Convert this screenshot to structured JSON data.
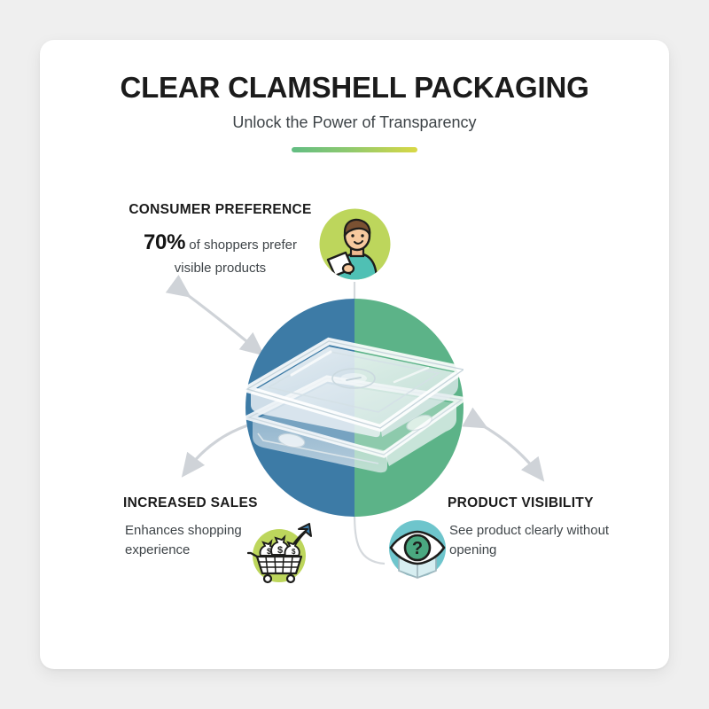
{
  "header": {
    "title": "CLEAR CLAMSHELL PACKAGING",
    "subtitle": "Unlock the Power of Transparency",
    "divider_colors": [
      "#62bd83",
      "#d9d845"
    ]
  },
  "center": {
    "left_half_color": "#3d7ba6",
    "right_half_color": "#5cb388",
    "product_name": "clear-clamshell-container"
  },
  "blocks": [
    {
      "id": "consumer-preference",
      "heading": "CONSUMER PREFERENCE",
      "stat": "70%",
      "body": " of shoppers prefer visible products",
      "icon": "shopper-person-icon",
      "icon_bg": "#bdd65c"
    },
    {
      "id": "increased-sales",
      "heading": "INCREASED SALES",
      "body": "Enhances shopping experience",
      "icon": "shopping-cart-money-icon",
      "icon_bg": "#bdd65c"
    },
    {
      "id": "product-visibility",
      "heading": "PRODUCT VISIBILITY",
      "body": "See product clearly without opening",
      "icon": "eye-question-box-icon",
      "icon_bg": "#6ec5cc"
    }
  ],
  "arrows": {
    "color": "#cfd3d8",
    "count": 3
  }
}
